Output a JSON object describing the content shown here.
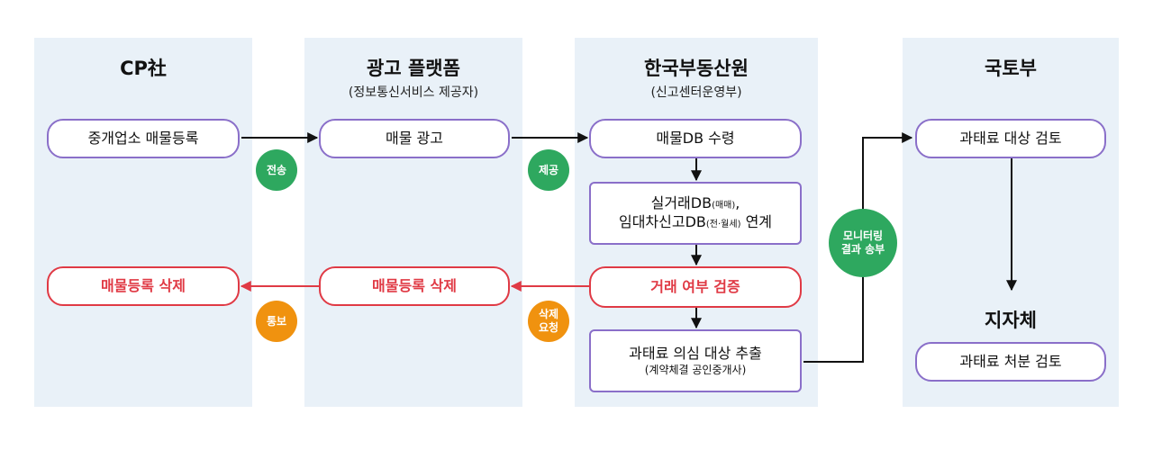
{
  "columns": {
    "cp": {
      "title": "CP社"
    },
    "platform": {
      "title": "광고 플랫폼",
      "subtitle": "(정보통신서비스 제공자)"
    },
    "reb": {
      "title": "한국부동산원",
      "subtitle": "(신고센터운영부)"
    },
    "molit": {
      "title": "국토부"
    }
  },
  "boxes": {
    "cp_register": "중개업소 매물등록",
    "cp_delete": "매물등록 삭제",
    "platform_ad": "매물 광고",
    "platform_delete": "매물등록 삭제",
    "reb_receive": "매물DB 수령",
    "reb_link_line1_a": "실거래DB",
    "reb_link_line1_b": "(매매)",
    "reb_link_line1_c": ",",
    "reb_link_line2_a": "임대차신고DB",
    "reb_link_line2_b": "(전·월세)",
    "reb_link_line2_c": " 연계",
    "reb_verify": "거래 여부 검증",
    "reb_extract": "과태료 의심 대상 추출",
    "reb_extract_sub": "(계약체결 공인중개사)",
    "molit_review": "과태료 대상 검토",
    "local_title": "지자체",
    "local_review": "과태료 처분 검토"
  },
  "badges": {
    "send": "전송",
    "provide": "제공",
    "notify": "통보",
    "delete_request_line1": "삭제",
    "delete_request_line2": "요청",
    "monitoring_line1": "모니터링",
    "monitoring_line2": "결과 송부"
  },
  "colors": {
    "column_bg": "#e9f1f8",
    "box_border": "#8a6fc9",
    "red": "#e03a45",
    "green": "#2ea85f",
    "orange": "#f0920f"
  }
}
